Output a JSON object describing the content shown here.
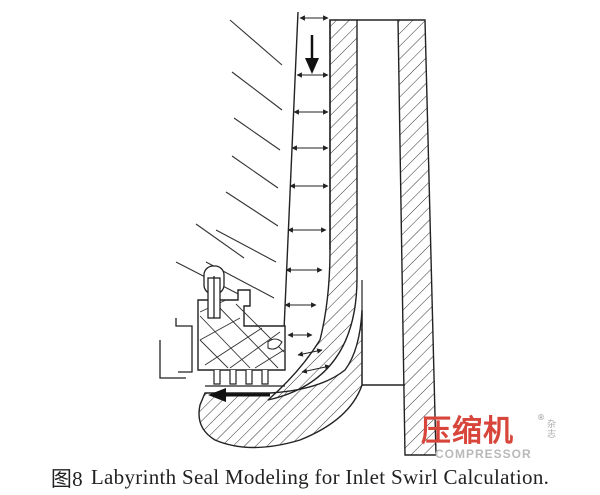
{
  "caption": {
    "number": "图8",
    "text": "Labyrinth Seal Modeling for Inlet Swirl Calculation."
  },
  "watermark": {
    "chinese": "压缩机",
    "english": "COMPRESSOR",
    "small": "杂志",
    "mark": "®"
  }
}
